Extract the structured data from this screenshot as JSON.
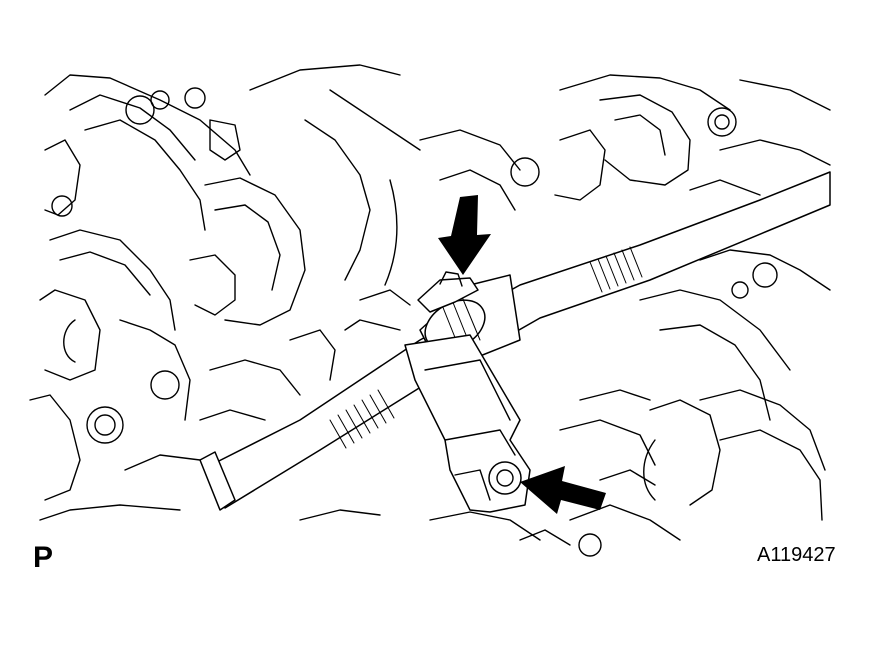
{
  "figure": {
    "view_code": "P",
    "figure_id": "A119427"
  },
  "callouts": [
    {
      "icon": "arrow-down-icon",
      "target": "hose-clamp"
    },
    {
      "icon": "arrow-left-icon",
      "target": "bracket-bolt"
    }
  ],
  "colors": {
    "line": "#000000",
    "background": "#ffffff"
  }
}
